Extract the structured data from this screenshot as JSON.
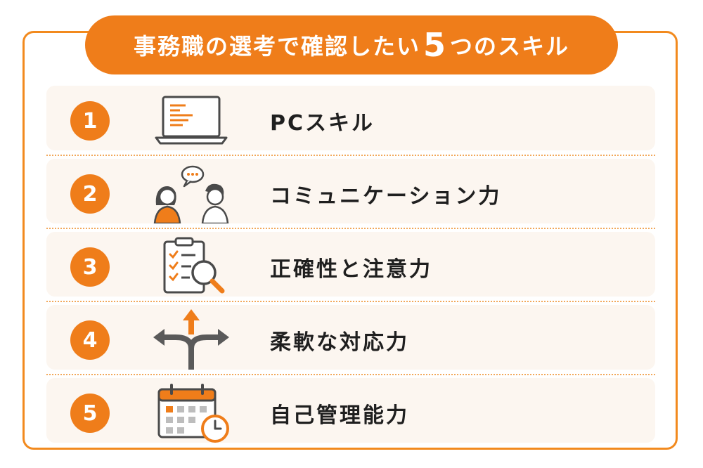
{
  "title": {
    "prefix": "事務職の選考で確認したい",
    "number": "5",
    "suffix": "つのスキル"
  },
  "items": [
    {
      "number": "1",
      "label": "PCスキル",
      "icon": "laptop-icon"
    },
    {
      "number": "2",
      "label": "コミュニケーション力",
      "icon": "conversation-icon"
    },
    {
      "number": "3",
      "label": "正確性と注意力",
      "icon": "checklist-magnifier-icon"
    },
    {
      "number": "4",
      "label": "柔軟な対応力",
      "icon": "branching-arrows-icon"
    },
    {
      "number": "5",
      "label": "自己管理能力",
      "icon": "calendar-clock-icon"
    }
  ],
  "colors": {
    "accent": "#EF7D1A",
    "frame": "#F28A1E",
    "row_bg": "#FCF6F0",
    "text": "#1f1f1f",
    "icon_gray": "#5a5a5a"
  }
}
